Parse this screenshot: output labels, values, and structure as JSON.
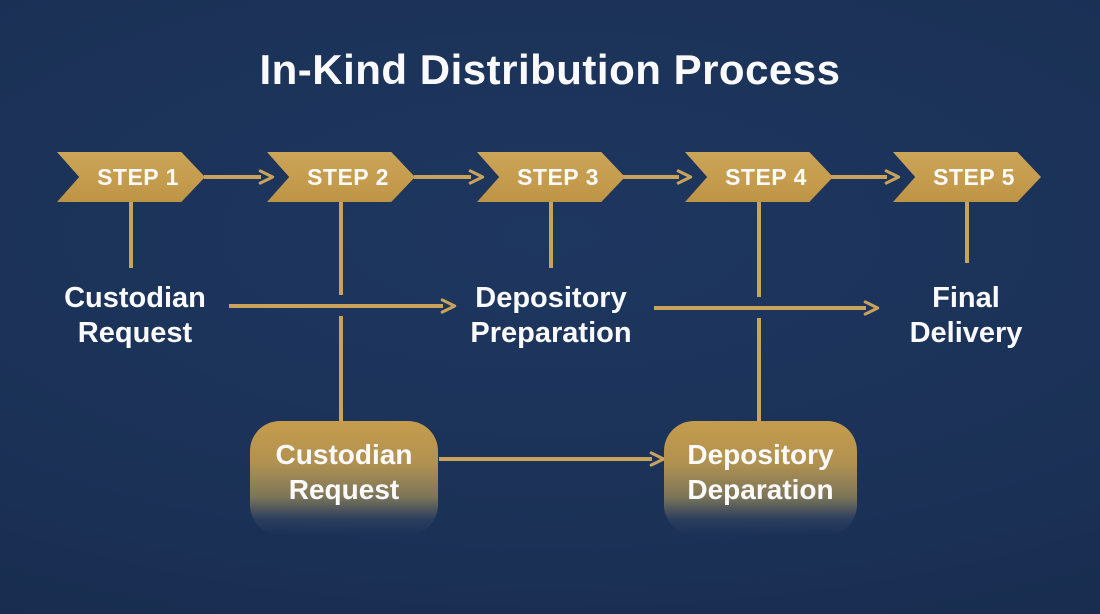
{
  "title": "In-Kind Distribution Process",
  "colors": {
    "background": "#1B3156",
    "gold": "#C59C4D",
    "connector": "#C9A35C",
    "text": "#FAFAFC"
  },
  "steps": [
    {
      "label": "STEP 1"
    },
    {
      "label": "STEP 2"
    },
    {
      "label": "STEP 3"
    },
    {
      "label": "STEP 4"
    },
    {
      "label": "STEP 5"
    }
  ],
  "flow_labels": {
    "custodian_request_text": {
      "line1": "Custodian",
      "line2": "Request"
    },
    "depository_preparation_text": {
      "line1": "Depository",
      "line2": "Preparation"
    },
    "final_delivery_text": {
      "line1": "Final",
      "line2": "Delivery"
    }
  },
  "boxes": {
    "custodian_request_box": {
      "line1": "Custodian",
      "line2": "Request"
    },
    "depository_deparation_box": {
      "line1": "Depository",
      "line2": "Deparation"
    }
  }
}
